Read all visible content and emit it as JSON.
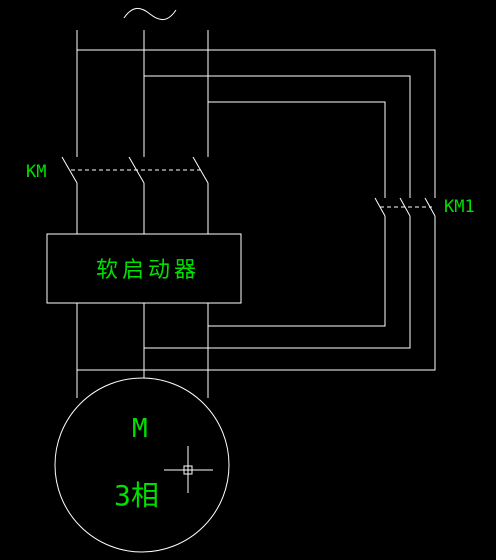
{
  "supply_symbol": "~",
  "contactor_main_label": "KM",
  "contactor_bypass_label": "KM1",
  "soft_starter_label": "软启动器",
  "motor_label": "M",
  "motor_phase_label": "3相",
  "colors": {
    "background": "#000000",
    "wire": "#ffffff",
    "text": "#00e000"
  },
  "icons": [
    "ac-supply-icon",
    "crosshair-cursor-icon"
  ]
}
